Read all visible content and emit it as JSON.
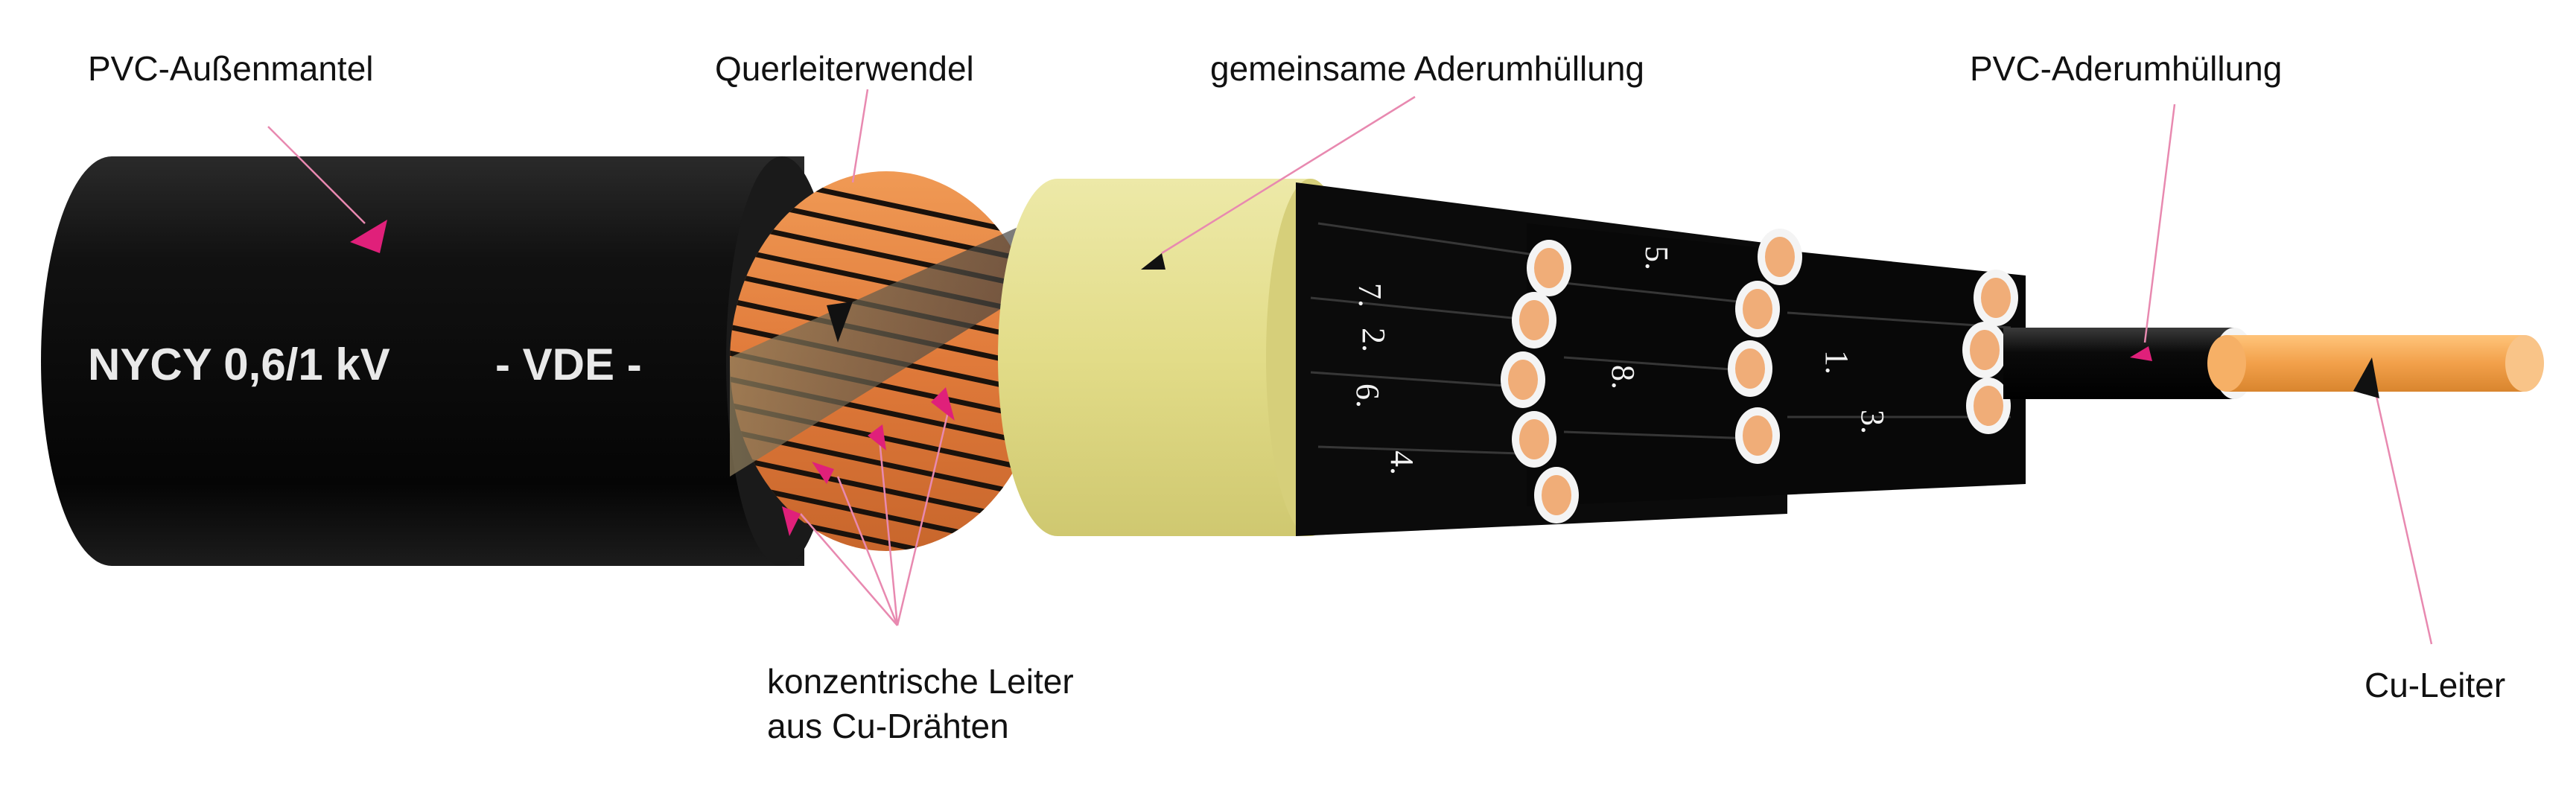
{
  "cable": {
    "marking_type": "NYCY 0,6/1 kV",
    "marking_vde": "- VDE -"
  },
  "labels": {
    "outer_sheath": "PVC-Außenmantel",
    "helix": "Querleiterwendel",
    "common_sheath": "gemeinsame Aderumhüllung",
    "core_insulation": "PVC-Aderumhüllung",
    "concentric_line1": "konzentrische Leiter",
    "concentric_line2": "aus Cu-Drähten",
    "cu_conductor": "Cu-Leiter"
  },
  "core_numbers": [
    "7.",
    "2.",
    "6.",
    "4.",
    "5.",
    "8.",
    "1.",
    "3."
  ],
  "colors": {
    "sheath": "#0d0d0d",
    "copper": "#e07a3a",
    "common_sheath": "#e6e08e",
    "conductor": "#f2a04a",
    "arrow": "#e0207a",
    "leader": "#e889b0"
  }
}
